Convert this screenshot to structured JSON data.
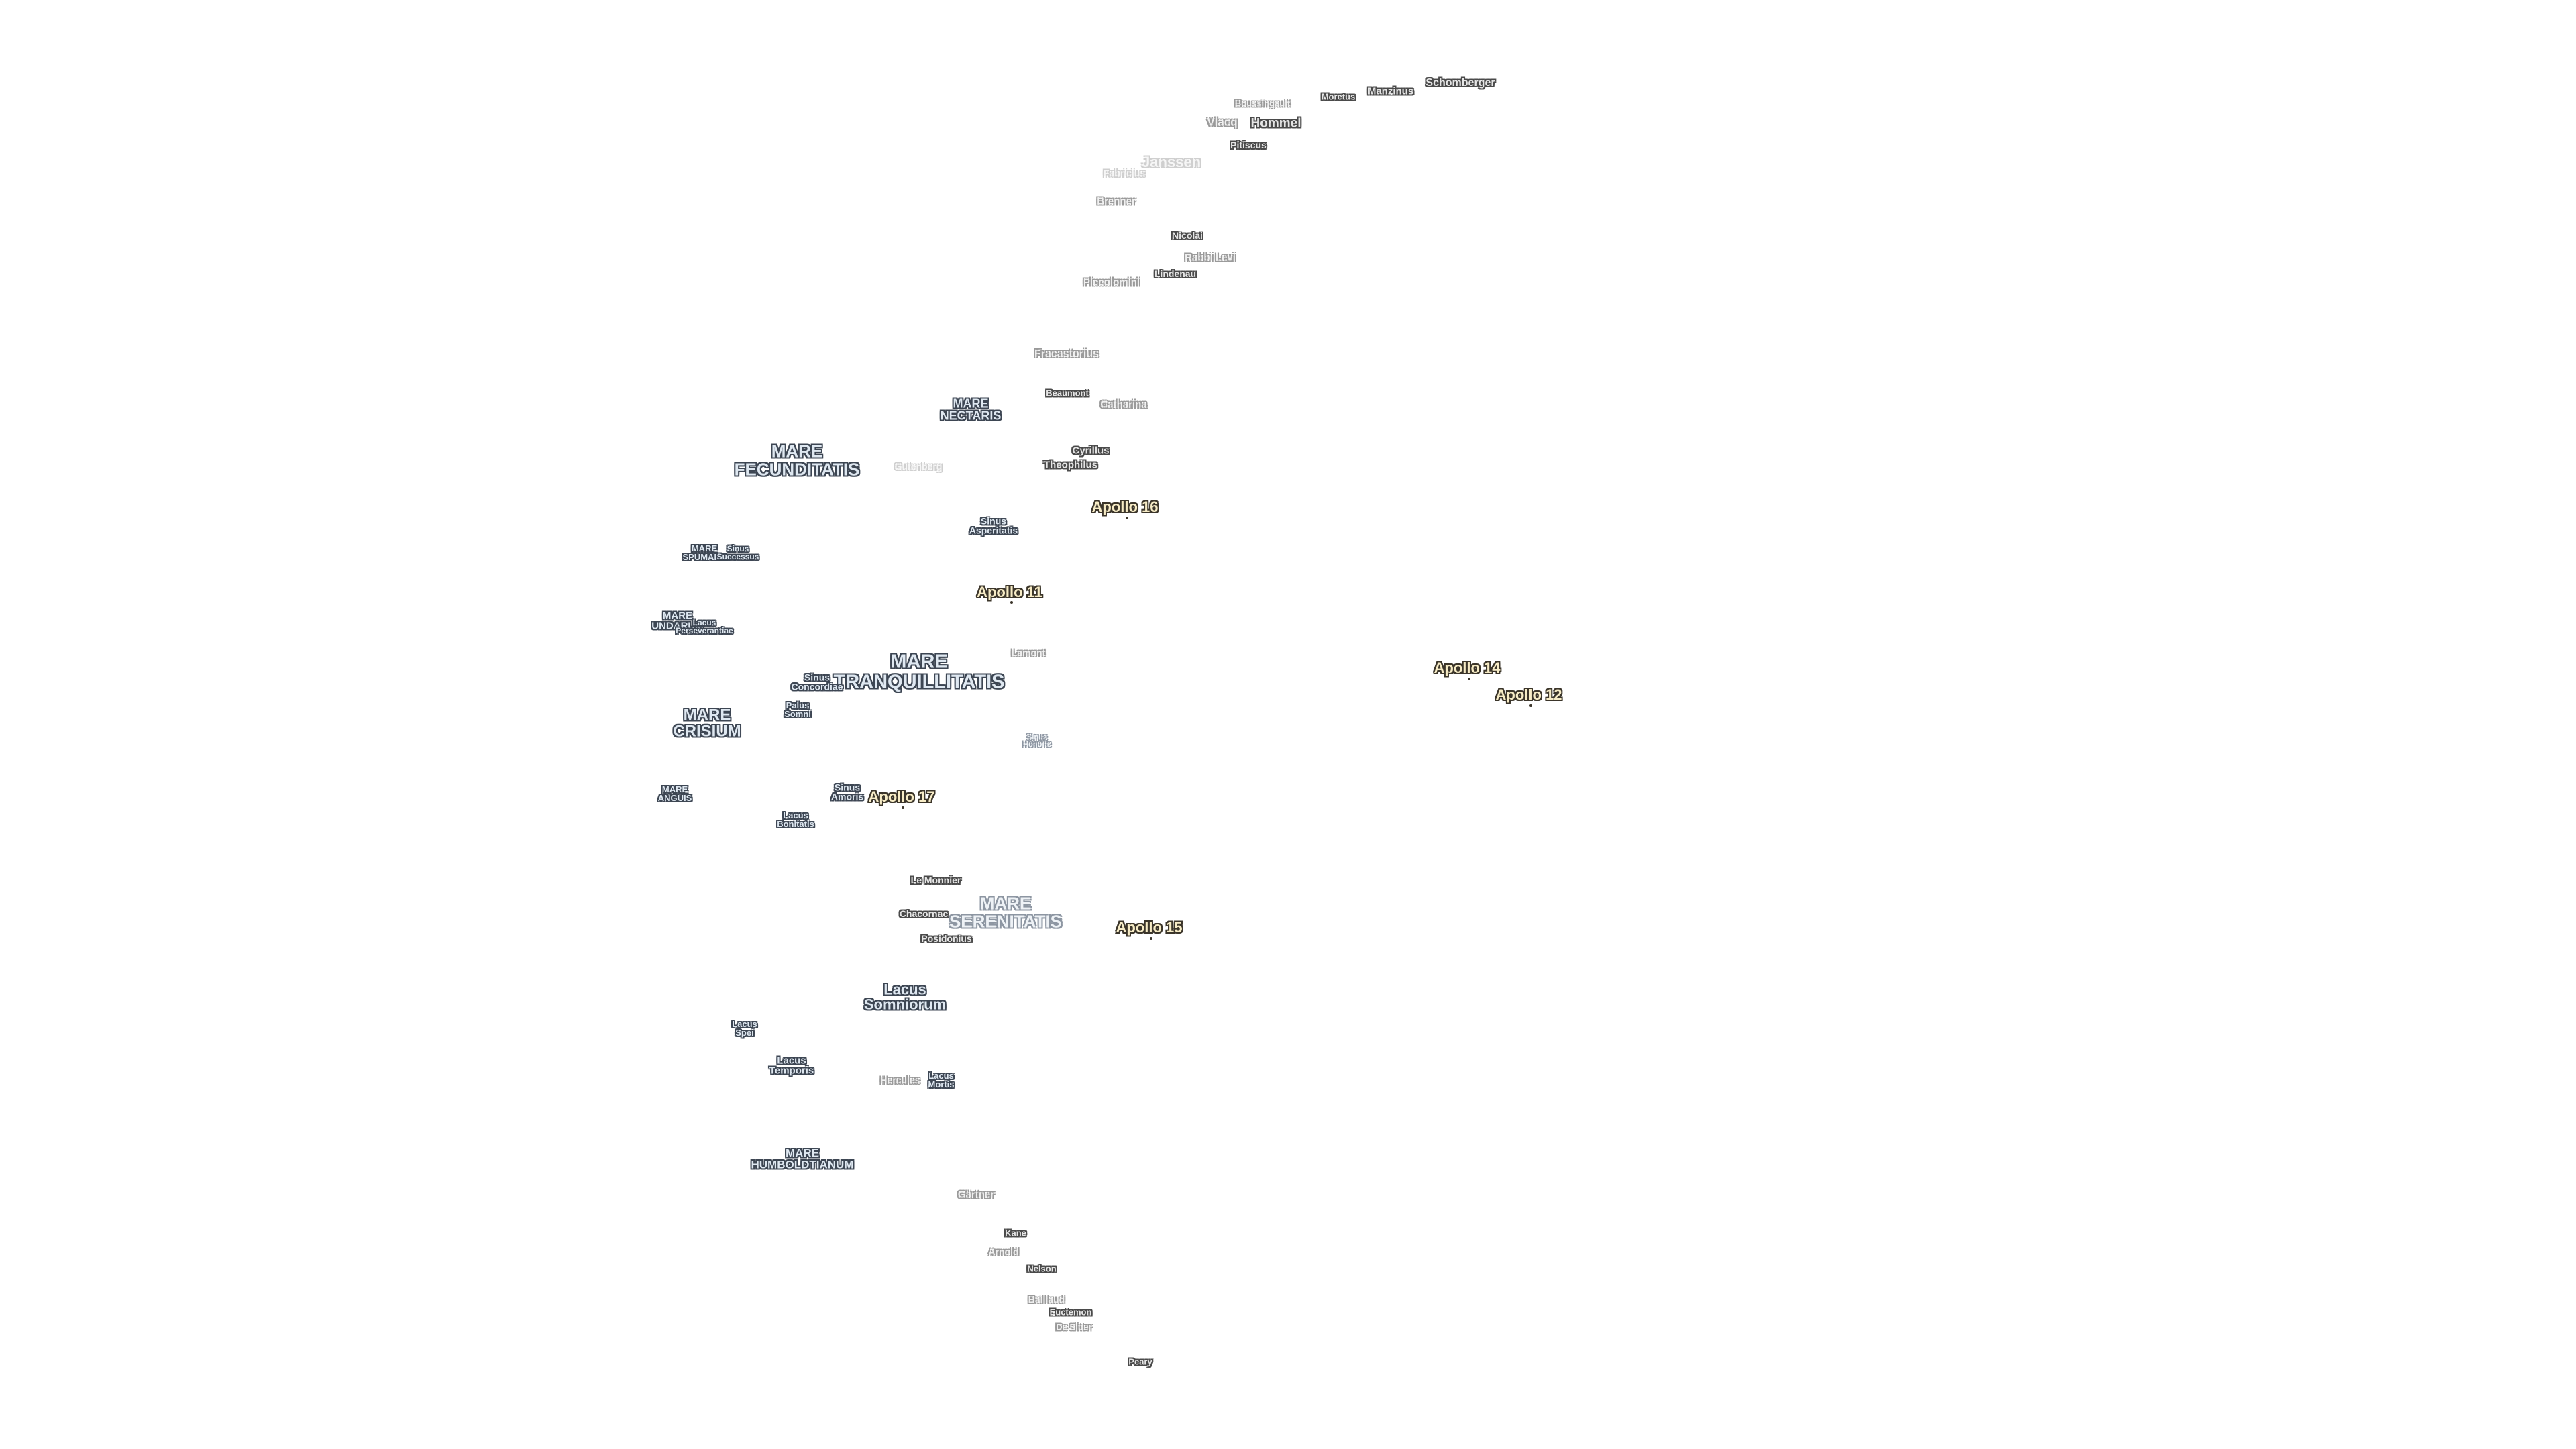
{
  "seas": [
    {
      "text": "MARE\nFECUNDITATIS",
      "style": "sea"
    },
    {
      "text": "MARE\nNECTARIS",
      "style": "sea"
    },
    {
      "text": "MARE\nSPUMANS",
      "style": "sea"
    },
    {
      "text": "MARE\nUNDARUM",
      "style": "sea"
    },
    {
      "text": "MARE\nTRANQUILLITATIS",
      "style": "sea"
    },
    {
      "text": "MARE\nCRISIUM",
      "style": "sea"
    },
    {
      "text": "MARE\nANGUIS",
      "style": "sea"
    },
    {
      "text": "MARE\nSERENITATIS",
      "style": "sea-faint"
    },
    {
      "text": "Lacus\nSomniorum",
      "style": "sea"
    },
    {
      "text": "MARE\nHUMBOLDTIANUM",
      "style": "sea"
    },
    {
      "text": "Sinus\nAsperitatis",
      "style": "sea"
    },
    {
      "text": "Sinus\nSuccessus",
      "style": "sea"
    },
    {
      "text": "Lacus\nPerseverantiae",
      "style": "sea"
    },
    {
      "text": "Sinus\nConcordiae",
      "style": "sea"
    },
    {
      "text": "Palus\nSomni",
      "style": "sea"
    },
    {
      "text": "Sinus\nAmoris",
      "style": "sea"
    },
    {
      "text": "Lacus\nBonitatis",
      "style": "sea"
    },
    {
      "text": "Sinus\nHonoris",
      "style": "sea-faint"
    },
    {
      "text": "Lacus\nSpei",
      "style": "sea"
    },
    {
      "text": "Lacus\nTemporis",
      "style": "sea"
    },
    {
      "text": "Lacus\nMortis",
      "style": "sea"
    }
  ],
  "craters": [
    {
      "text": "Schomberger",
      "style": "crater"
    },
    {
      "text": "Manzinus",
      "style": "crater"
    },
    {
      "text": "Moretus",
      "style": "crater"
    },
    {
      "text": "Boussingault",
      "style": "crater-faint"
    },
    {
      "text": "Vlacq",
      "style": "crater-faint"
    },
    {
      "text": "Hommel",
      "style": "crater"
    },
    {
      "text": "Pitiscus",
      "style": "crater"
    },
    {
      "text": "Janssen",
      "style": "crater-ghost"
    },
    {
      "text": "Fabricius",
      "style": "crater-ghost"
    },
    {
      "text": "Brenner",
      "style": "crater-faint"
    },
    {
      "text": "Nicolai",
      "style": "crater"
    },
    {
      "text": "Rabbi Levi",
      "style": "crater-faint"
    },
    {
      "text": "Lindenau",
      "style": "crater"
    },
    {
      "text": "Piccolomini",
      "style": "crater-faint"
    },
    {
      "text": "Fracastorius",
      "style": "crater-faint"
    },
    {
      "text": "Beaumont",
      "style": "crater"
    },
    {
      "text": "Catharina",
      "style": "crater-faint"
    },
    {
      "text": "Cyrillus",
      "style": "crater"
    },
    {
      "text": "Theophilus",
      "style": "crater"
    },
    {
      "text": "Gutenberg",
      "style": "crater-ghost"
    },
    {
      "text": "Lamont",
      "style": "crater-faint"
    },
    {
      "text": "Le Monnier",
      "style": "crater"
    },
    {
      "text": "Chacornac",
      "style": "crater"
    },
    {
      "text": "Posidonius",
      "style": "crater"
    },
    {
      "text": "Hercules",
      "style": "crater-faint"
    },
    {
      "text": "Gärtner",
      "style": "crater-faint"
    },
    {
      "text": "Kane",
      "style": "crater"
    },
    {
      "text": "Arnold",
      "style": "crater-faint"
    },
    {
      "text": "Nelson",
      "style": "crater"
    },
    {
      "text": "Baillaud",
      "style": "crater-faint"
    },
    {
      "text": "Euctemon",
      "style": "crater"
    },
    {
      "text": "De Sitter",
      "style": "crater-faint"
    },
    {
      "text": "Peary",
      "style": "crater"
    }
  ],
  "apollo": [
    {
      "text": "Apollo 16"
    },
    {
      "text": "Apollo 11"
    },
    {
      "text": "Apollo 14"
    },
    {
      "text": "Apollo 12"
    },
    {
      "text": "Apollo 17"
    },
    {
      "text": "Apollo 15"
    }
  ]
}
